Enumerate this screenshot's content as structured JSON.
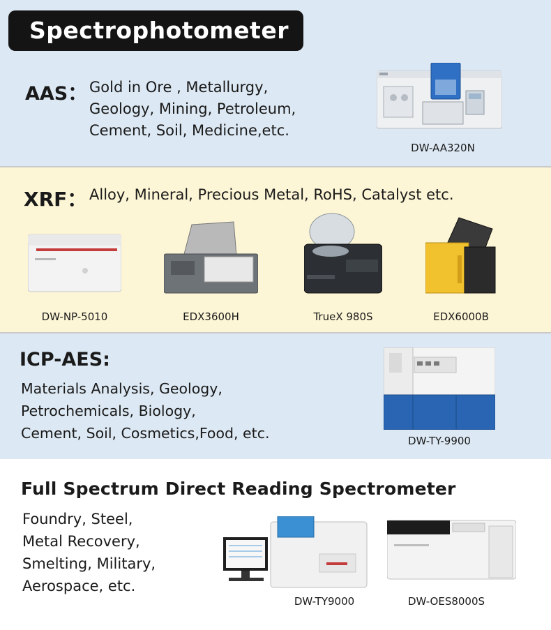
{
  "title": "Spectrophotometer",
  "aas": {
    "heading": "AAS：",
    "lines": [
      "Gold in Ore , Metallurgy,",
      "Geology, Mining, Petroleum,",
      "Cement, Soil, Medicine,etc."
    ],
    "model": "DW-AA320N"
  },
  "xrf": {
    "heading": "XRF：",
    "applications": "Alloy, Mineral, Precious Metal, RoHS, Catalyst etc.",
    "products": [
      {
        "model": "DW-NP-5010"
      },
      {
        "model": "EDX3600H"
      },
      {
        "model": "TrueX 980S"
      },
      {
        "model": "EDX6000B"
      }
    ]
  },
  "icp": {
    "heading": "ICP-AES:",
    "lines": [
      "Materials Analysis, Geology,",
      "Petrochemicals, Biology,",
      "Cement, Soil, Cosmetics,Food, etc."
    ],
    "model": "DW-TY-9900"
  },
  "fsd": {
    "heading": "Full Spectrum Direct Reading Spectrometer",
    "lines": [
      "Foundry, Steel,",
      "Metal Recovery,",
      "Smelting, Military,",
      "Aerospace, etc."
    ],
    "products": [
      {
        "model": "DW-TY9000"
      },
      {
        "model": "DW-OES8000S"
      }
    ]
  }
}
